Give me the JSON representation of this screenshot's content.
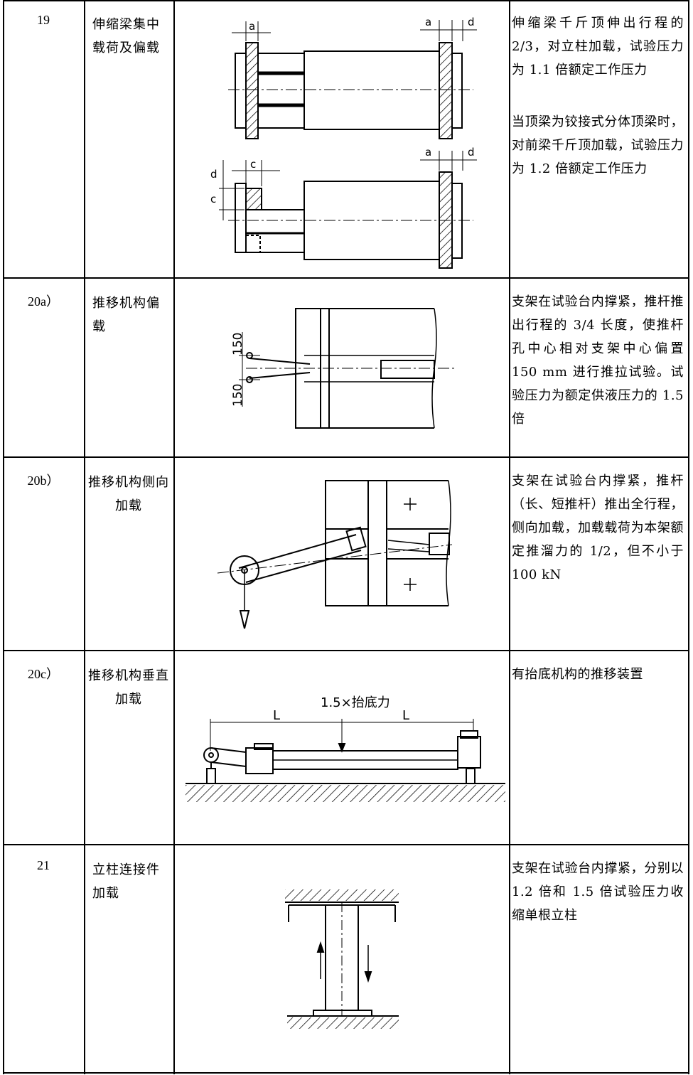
{
  "rows": [
    {
      "no": "19",
      "name": "伸缩梁集中载荷及偏载",
      "desc": "伸缩梁千斤顶伸出行程的2/3，对立柱加载，试验压力为 1.1 倍额定工作压力",
      "desc2": "当顶梁为铰接式分体顶梁时，对前梁千斤顶加载，试验压力为 1.2 倍额定工作压力",
      "labels": {
        "a": "a",
        "d": "d",
        "c": "c"
      }
    },
    {
      "no": "20a）",
      "name": "推移机构偏载",
      "desc": "支架在试验台内撑紧，推杆推出行程的 3/4 长度，使推杆孔中心相对支架中心偏置 150 mm 进行推拉试验。试验压力为额定供液压力的 1.5 倍",
      "labels": {
        "offset": "150"
      }
    },
    {
      "no": "20b）",
      "name": "推移机构侧向加载",
      "desc": "支架在试验台内撑紧，推杆（长、短推杆）推出全行程，侧向加载，加载载荷为本架额定推溜力的 1/2，但不小于 100 kN"
    },
    {
      "no": "20c）",
      "name": "推移机构垂直加载",
      "desc": "有抬底机构的推移装置",
      "labels": {
        "load": "1.5×抬底力",
        "L": "L"
      }
    },
    {
      "no": "21",
      "name": "立柱连接件加载",
      "desc": "支架在试验台内撑紧，分别以 1.2 倍和 1.5 倍试验压力收缩单根立柱"
    }
  ]
}
